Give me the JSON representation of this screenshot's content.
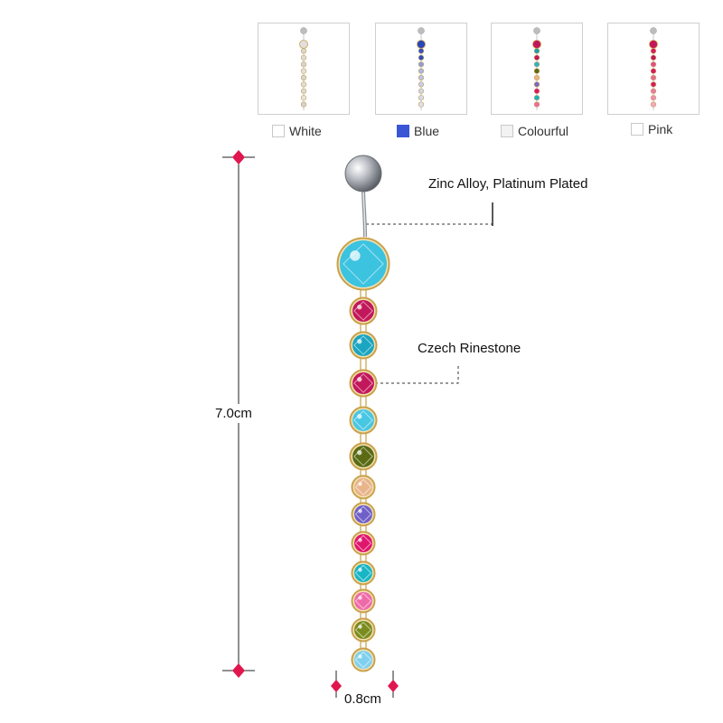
{
  "variants": [
    {
      "label": "White",
      "swatch_color": "#ffffff",
      "thumb_gem_colors": [
        "#e0e0e0",
        "#d8d8d8",
        "#dcdcdc",
        "#d4d4d4",
        "#e2e2e2",
        "#d6d6d6",
        "#dedede",
        "#d9d9d9",
        "#e4e4e4",
        "#d2d2d2"
      ],
      "selected": false
    },
    {
      "label": "Blue",
      "swatch_color": "#3a55d6",
      "thumb_gem_colors": [
        "#2a48b8",
        "#3550c8",
        "#2e4cbf",
        "#8aa0e0",
        "#a8b8e8",
        "#b8c4ec",
        "#c4cef0",
        "#ccd4f0",
        "#d4daf2",
        "#dce0f4"
      ],
      "selected": true
    },
    {
      "label": "Colourful",
      "swatch_color": "#f2f2f2",
      "thumb_gem_colors": [
        "#c2185b",
        "#1a9fb5",
        "#c2185b",
        "#2bb3d0",
        "#5b6b1a",
        "#e8b48a",
        "#7b68c8",
        "#e0166d",
        "#18b5c5",
        "#ef6aa8"
      ],
      "selected": false
    },
    {
      "label": "Pink",
      "swatch_color": "#ffffff",
      "thumb_gem_colors": [
        "#c2185b",
        "#d81b60",
        "#c2185b",
        "#e34d8a",
        "#d81b60",
        "#e36a9a",
        "#d81b60",
        "#e87aa8",
        "#ee8fb6",
        "#f2a8c6"
      ],
      "selected": false
    }
  ],
  "product": {
    "top_ball_color": "#b8bcc2",
    "main_stone_color": "#3cc3e0",
    "setting_color": "#c9a14a",
    "stone_colors": [
      "#c2185b",
      "#1aa5c0",
      "#c2185b",
      "#48c7e3",
      "#5a6b14",
      "#e8b48a",
      "#6f5fc8",
      "#e0166d",
      "#18b5c5",
      "#ef6aa8",
      "#7a8c1e",
      "#7fd0ee"
    ]
  },
  "annotations": {
    "material": "Zinc Alloy, Platinum Plated",
    "stone": "Czech Rinestone"
  },
  "dimensions": {
    "height": "7.0cm",
    "width": "0.8cm",
    "marker_color": "#e0164f"
  }
}
